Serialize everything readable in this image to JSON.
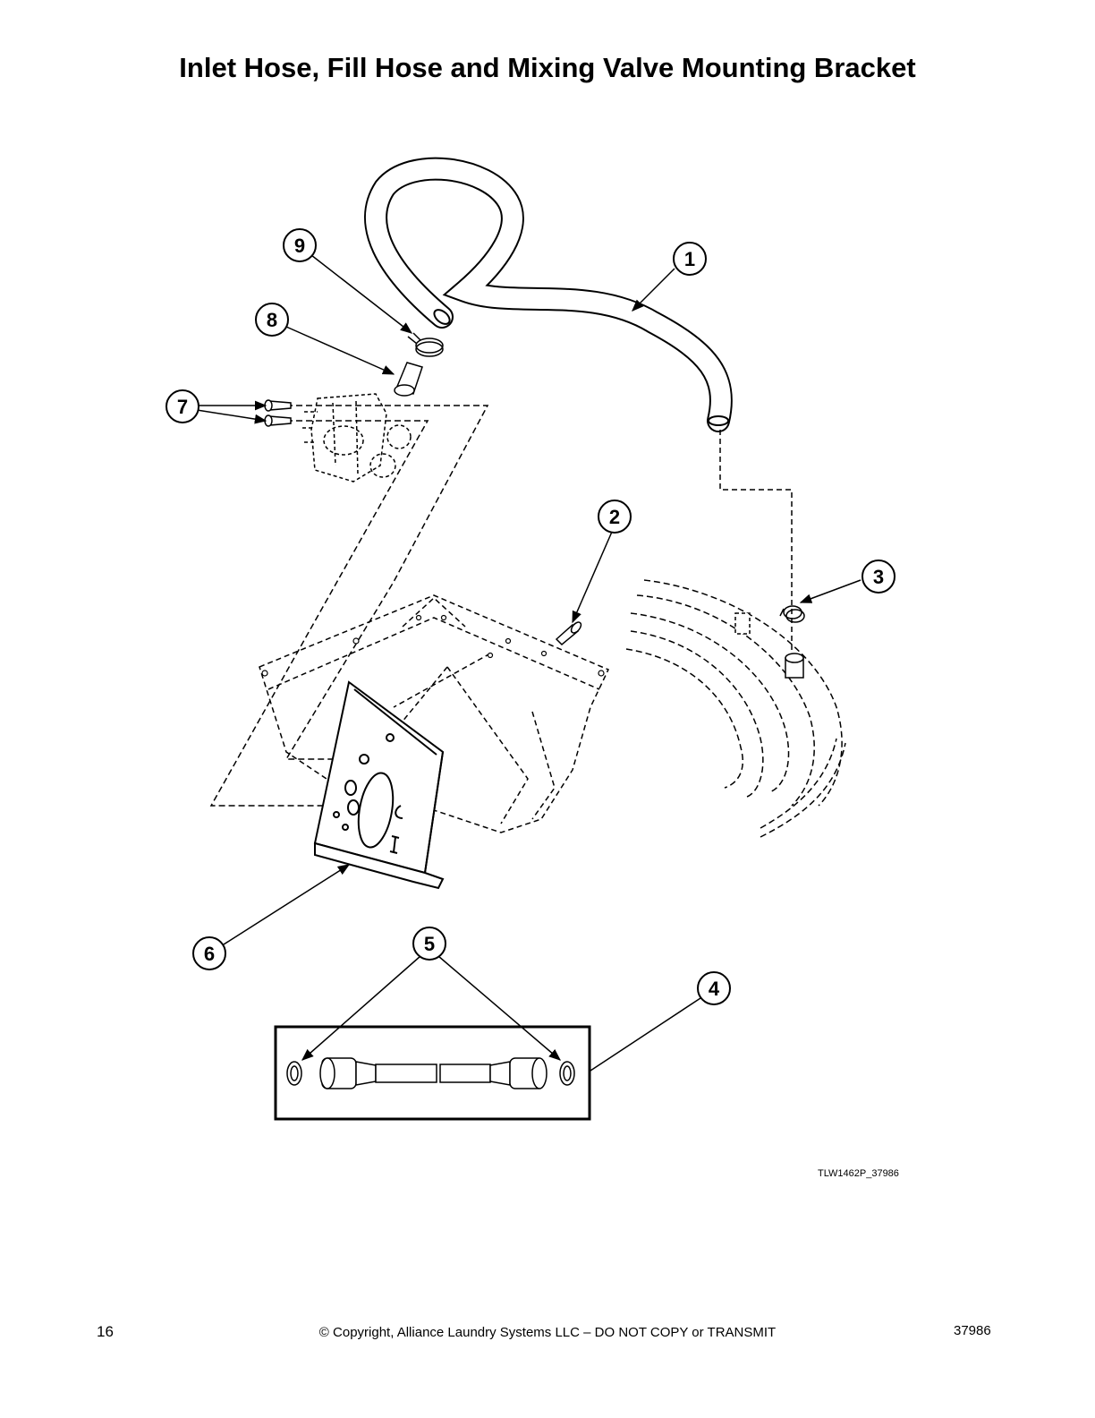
{
  "title": "Inlet Hose, Fill Hose and Mixing Valve Mounting Bracket",
  "callouts": [
    {
      "label": "1",
      "part": "fill-hose"
    },
    {
      "label": "2",
      "part": "push-pin"
    },
    {
      "label": "3",
      "part": "hose-clamp"
    },
    {
      "label": "4",
      "part": "inlet-hose-assembly"
    },
    {
      "label": "5",
      "part": "washer"
    },
    {
      "label": "6",
      "part": "mixing-valve-mounting-bracket"
    },
    {
      "label": "7",
      "part": "screw"
    },
    {
      "label": "8",
      "part": "nozzle"
    },
    {
      "label": "9",
      "part": "clamp"
    }
  ],
  "figure_id": "TLW1462P_37986",
  "footer": {
    "page_number": "16",
    "copyright": "© Copyright, Alliance Laundry Systems LLC – DO NOT COPY or TRANSMIT",
    "doc_number": "37986"
  }
}
